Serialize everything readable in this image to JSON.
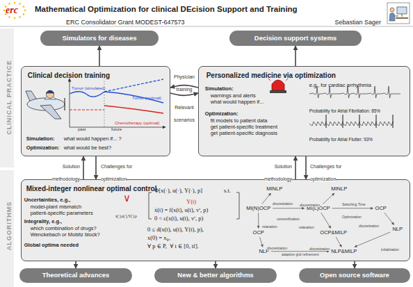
{
  "diagram": {
    "title": "Mathematical Optimization for clinical DEcision Support and Training",
    "nodes": [
      {
        "text": [
          "Simulators for diseases"
        ]
      },
      {
        "text": [
          "Decision support systems"
        ]
      },
      {
        "text": [
          "Clinical decision training",
          "Simulation:",
          "what would happen if... ?",
          "Optimization:",
          "what would be best?"
        ]
      },
      {
        "text": [
          "Personalized medicine via optimization",
          "Simulation:",
          "warnings and alerts",
          "what would happen if...",
          "Optimization:",
          "fit models to patient data",
          "get patient-specific treatment",
          "get patient-specific diagnosis",
          "e.g., for cardiac arrhythmia",
          "Probability for Atrial Fibrillation: 85%",
          "Probability for Atrial Flutter: 93%"
        ]
      },
      {
        "text": [
          "Mixed-integer nonlinear optimal control",
          "Uncertainties, e.g.,",
          "model-plant mismatch",
          "patient-specific parameters",
          "Integrality, e.g.,",
          "which combination of drugs?",
          "Wenckebach or Mobitz block?",
          "Global optima needed"
        ]
      },
      {
        "text": [
          "MINLP"
        ],
        "in": 4
      },
      {
        "text": [
          "MI(N)OCP"
        ],
        "in": 4
      },
      {
        "text": [
          "OCP"
        ],
        "in": 4
      },
      {
        "text": [
          "NLP"
        ],
        "in": 4
      },
      {
        "text": [
          "MINLP"
        ],
        "in": 4
      },
      {
        "text": [
          "MI(L)OCP"
        ],
        "in": 4
      },
      {
        "text": [
          "OCP"
        ],
        "in": 4
      },
      {
        "text": [
          "NLP"
        ],
        "in": 4
      },
      {
        "text": [
          "OCP&MILP"
        ],
        "in": 4
      },
      {
        "text": [
          "NLP&MILP"
        ],
        "in": 4
      },
      {
        "text": [
          "Theoretical advances"
        ]
      },
      {
        "text": [
          "New & better algorithms"
        ]
      },
      {
        "text": [
          "Open source software"
        ]
      }
    ],
    "edges": [
      {
        "from": 2,
        "to": 0,
        "arrow": "to"
      },
      {
        "from": 3,
        "to": 1,
        "arrow": "to"
      },
      {
        "from": 3,
        "to": 2,
        "label": "Physician training",
        "arrow": "to"
      },
      {
        "from": 2,
        "to": 3,
        "label": "Relevant scenarios",
        "arrow": "to"
      },
      {
        "from": 4,
        "to": 2,
        "label": "Solution methodology",
        "arrow": "to"
      },
      {
        "from": 2,
        "to": 4,
        "label": "Challenges for optimization",
        "arrow": "to"
      },
      {
        "from": 4,
        "to": 3,
        "label": "Solution methodology",
        "arrow": "to"
      },
      {
        "from": 3,
        "to": 4,
        "label": "Challenges for optimization",
        "arrow": "to"
      },
      {
        "from": 4,
        "to": 15,
        "arrow": "to"
      },
      {
        "from": 4,
        "to": 16,
        "arrow": "to"
      },
      {
        "from": 4,
        "to": 17,
        "arrow": "to"
      },
      {
        "from": 6,
        "to": 5,
        "label": "discretization",
        "arrow": "to"
      },
      {
        "from": 6,
        "to": 7,
        "label": "relaxation",
        "arrow": "to"
      },
      {
        "from": 7,
        "to": 8,
        "label": "discretization",
        "arrow": "to"
      },
      {
        "from": 6,
        "to": 10,
        "label": "convexification",
        "arrow": "to"
      },
      {
        "from": 10,
        "to": 9,
        "label": "discretization",
        "arrow": "to"
      },
      {
        "from": 10,
        "to": 11,
        "label": "Switching Time Optimization",
        "arrow": "to"
      },
      {
        "from": 11,
        "to": 12,
        "label": "discretization",
        "arrow": "to"
      },
      {
        "from": 10,
        "to": 13,
        "label": "relaxation",
        "arrow": "to"
      },
      {
        "from": 13,
        "to": 14,
        "label": "discretization",
        "arrow": "to"
      },
      {
        "from": 12,
        "to": 14,
        "label": "initialization",
        "arrow": "to"
      },
      {
        "from": 8,
        "to": 14,
        "label": "adaptive grid refinement",
        "arrow": "to"
      }
    ],
    "labels": [
      "erc",
      "ERC Consolidator Grant MODEST-647573",
      "Sebastian Sager",
      "CLINICAL PRACTICE",
      "ALGORITHMS",
      "Tumor (simulated)",
      "Tumor (optimal)",
      "Chemotherapy (optimal)",
      "past",
      "future",
      "Φ[x(·), u(·), Υ(·), p]",
      "s.t.",
      "∨",
      "x(·),u(·),Υ(·),p",
      "Υ(t)",
      "ẋ(t) = f(x(t), u(t), vⁱ, p)",
      "0 < c(x(t), u(t), vⁱ, p)",
      "0 ≤ d(x(t), u(t), Υ(t), p),",
      "x(0) = x₀,",
      "∀ p ∈ P,  ∀ t ∈ [0, tf]."
    ]
  }
}
